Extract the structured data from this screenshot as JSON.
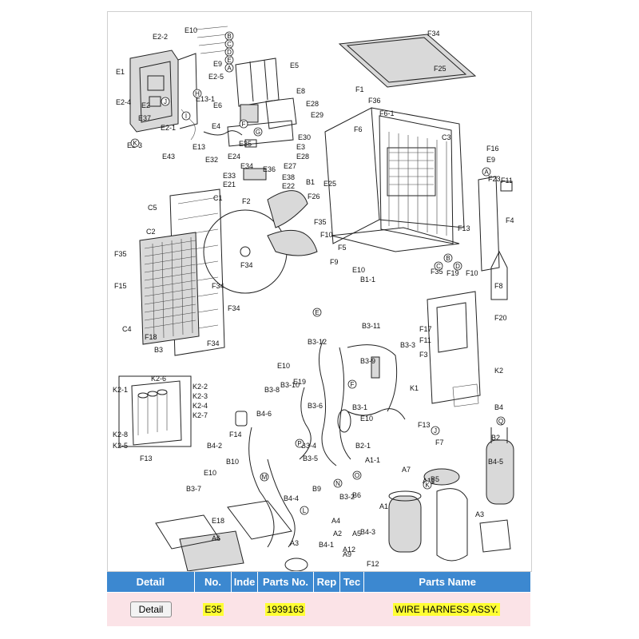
{
  "diagram": {
    "labels": [
      "E10",
      "E2-2",
      "E1",
      "E2-5",
      "E9",
      "E5",
      "E8",
      "E28",
      "E29",
      "E2-4",
      "E2",
      "E13-1",
      "E37",
      "E2-1",
      "E6",
      "E4",
      "E30",
      "E2-3",
      "E43",
      "E13",
      "E32",
      "E35",
      "E24",
      "E34",
      "E3",
      "E28",
      "E27",
      "E36",
      "E33",
      "E21",
      "E38",
      "E22",
      "F34",
      "F25",
      "F1",
      "F36",
      "F6-1",
      "F6",
      "C3",
      "F16",
      "E9",
      "F23",
      "F11",
      "F4",
      "B1",
      "E25",
      "F26",
      "F35",
      "F10",
      "F5",
      "F9",
      "E10",
      "F13",
      "F10",
      "B1-1",
      "F35",
      "F19",
      "F8",
      "F20",
      "C5",
      "C1",
      "F2",
      "C2",
      "F34",
      "F35",
      "F15",
      "F34",
      "F34",
      "C4",
      "F18",
      "F34",
      "B3",
      "B3-11",
      "B3-12",
      "E10",
      "B3-10",
      "E19",
      "B3-9",
      "B3-3",
      "K1",
      "F17",
      "F11",
      "F3",
      "K2",
      "K2-6",
      "K2-1",
      "K2-2",
      "K2-3",
      "K2-4",
      "K2-7",
      "K2-8",
      "K2-5",
      "F13",
      "B3-8",
      "B3-6",
      "B3-1",
      "E10",
      "F13",
      "F7",
      "B4",
      "B4-2",
      "B4-6",
      "F14",
      "B3-4",
      "B2-1",
      "B2",
      "B4-5",
      "B10",
      "E10",
      "B3-5",
      "A1-1",
      "A7",
      "A11",
      "B5",
      "B3-7",
      "B9",
      "B3-2",
      "B6",
      "B4-4",
      "E18",
      "A4",
      "A1",
      "A3",
      "A2",
      "A5",
      "A12",
      "B4-3",
      "B4-1",
      "A6",
      "A3",
      "A9",
      "F12"
    ],
    "circled_markers": [
      "B",
      "C",
      "D",
      "E",
      "A",
      "H",
      "G",
      "F",
      "J",
      "K",
      "I",
      "A",
      "B",
      "C",
      "D",
      "E",
      "F",
      "Q",
      "J",
      "P",
      "M",
      "N",
      "O",
      "K",
      "L"
    ]
  },
  "table": {
    "headers": {
      "detail": "Detail",
      "no": "No.",
      "index": "Inde",
      "parts_no": "Parts No.",
      "rep": "Rep",
      "tec": "Tec",
      "parts_name": "Parts Name"
    },
    "row": {
      "detail_button": "Detail",
      "no": "E35",
      "parts_no": "1939163",
      "parts_name": "WIRE HARNESS ASSY."
    }
  }
}
